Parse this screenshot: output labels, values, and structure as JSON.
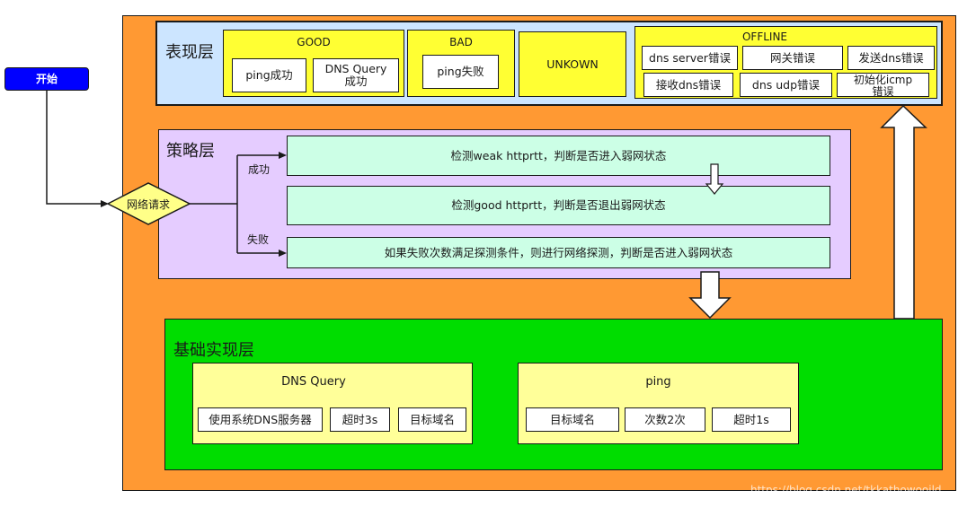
{
  "start": {
    "label": "开始"
  },
  "decision": {
    "label": "网络请求",
    "success_label": "成功",
    "fail_label": "失败"
  },
  "presentation": {
    "title": "表现层",
    "good": {
      "title": "GOOD",
      "items": [
        "ping成功",
        "DNS Query\n成功"
      ]
    },
    "bad": {
      "title": "BAD",
      "items": [
        "ping失败"
      ]
    },
    "unknown": {
      "title": "UNKOWN"
    },
    "offline": {
      "title": "OFFLINE",
      "items": [
        "dns server错误",
        "网关错误",
        "发送dns错误",
        "接收dns错误",
        "dns udp错误",
        "初始化icmp\n错误"
      ]
    }
  },
  "strategy": {
    "title": "策略层",
    "steps": [
      "检测weak httprtt，判断是否进入弱网状态",
      "检测good httprtt，判断是否退出弱网状态",
      "如果失败次数满足探测条件，则进行网络探测，判断是否进入弱网状态"
    ]
  },
  "base": {
    "title": "基础实现层",
    "dns": {
      "title": "DNS Query",
      "items": [
        "使用系统DNS服务器",
        "超时3s",
        "目标域名"
      ]
    },
    "ping": {
      "title": "ping",
      "items": [
        "目标域名",
        "次数2次",
        "超时1s"
      ]
    }
  },
  "watermark": "https://blog.csdn.net/tkkathowooild",
  "colors": {
    "outer": "#FF9933",
    "presentation": "#CCE5FF",
    "good_bad": "#FFFF33",
    "strategy": "#E5CCFF",
    "steps": "#CCFFE6",
    "base": "#00DD00",
    "groups": "#FFFF99",
    "start": "#0000FF",
    "decision": "#FFFF88"
  }
}
